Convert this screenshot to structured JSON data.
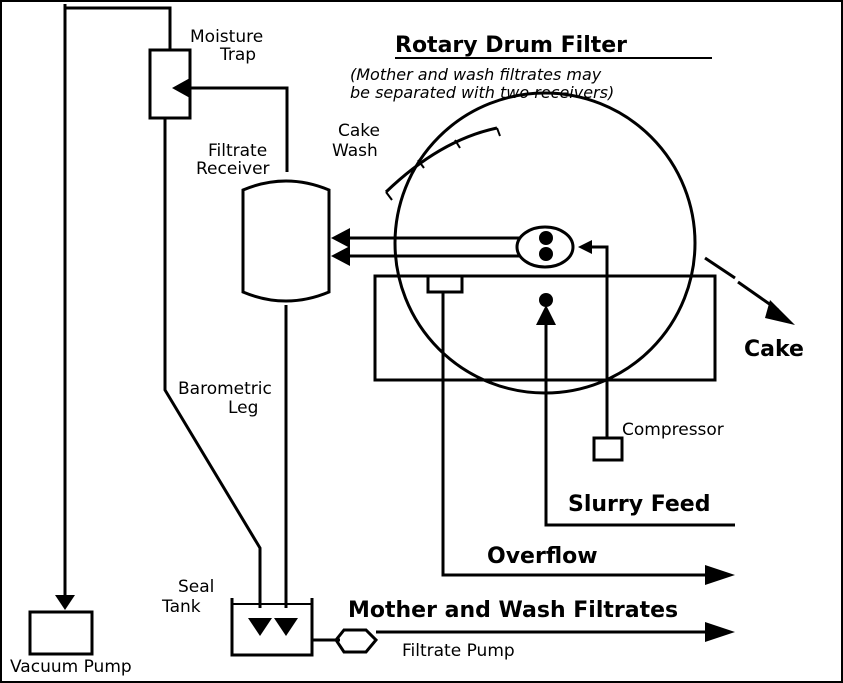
{
  "title": "Rotary Drum Filter",
  "subtitle_line1": "(Mother and wash filtrates may",
  "subtitle_line2": "be separated with two receivers)",
  "labels": {
    "moisture": "Moisture",
    "trap": "Trap",
    "filtrate": "Filtrate",
    "receiver": "Receiver",
    "cake_top": "Cake",
    "wash": "Wash",
    "barometric": "Barometric",
    "leg": "Leg",
    "seal": "Seal",
    "tank": "Tank",
    "vacuum_pump": "Vacuum Pump",
    "filtrate_pump": "Filtrate Pump",
    "compressor": "Compressor",
    "cake_out": "Cake",
    "slurry_feed": "Slurry Feed",
    "overflow": "Overflow",
    "mother_wash": "Mother and Wash Filtrates"
  }
}
